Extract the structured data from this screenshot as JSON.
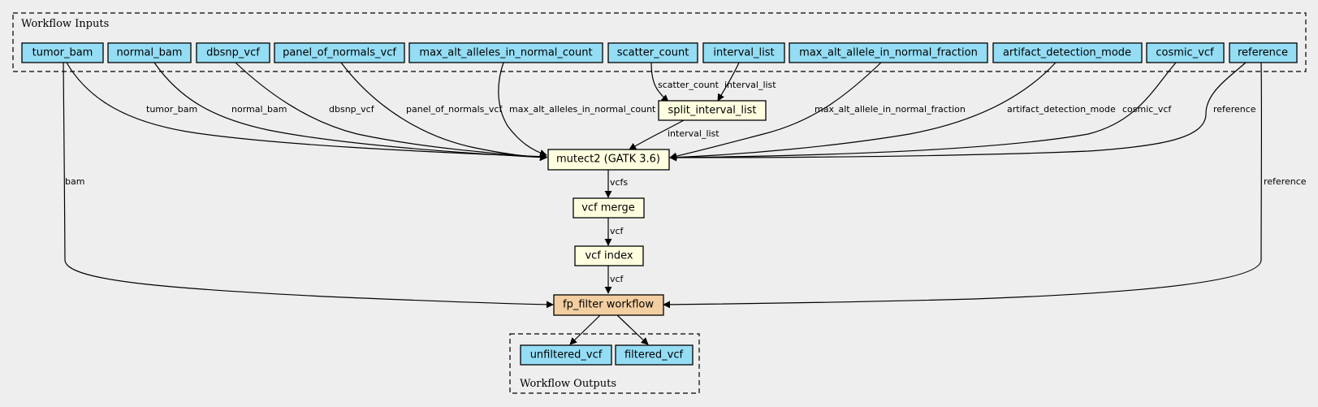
{
  "clusters": {
    "inputs_label": "Workflow Inputs",
    "outputs_label": "Workflow Outputs"
  },
  "nodes": {
    "tumor_bam": "tumor_bam",
    "normal_bam": "normal_bam",
    "dbsnp_vcf": "dbsnp_vcf",
    "panel_of_normals_vcf": "panel_of_normals_vcf",
    "max_alt_alleles_in_normal_count": "max_alt_alleles_in_normal_count",
    "scatter_count": "scatter_count",
    "interval_list": "interval_list",
    "max_alt_allele_in_normal_fraction": "max_alt_allele_in_normal_fraction",
    "artifact_detection_mode": "artifact_detection_mode",
    "cosmic_vcf": "cosmic_vcf",
    "reference": "reference",
    "split_interval_list": "split_interval_list",
    "mutect2": "mutect2 (GATK 3.6)",
    "vcf_merge": "vcf merge",
    "vcf_index": "vcf index",
    "fp_filter": "fp_filter workflow",
    "unfiltered_vcf": "unfiltered_vcf",
    "filtered_vcf": "filtered_vcf"
  },
  "edges": {
    "tumor_bam": "tumor_bam",
    "normal_bam": "normal_bam",
    "dbsnp_vcf": "dbsnp_vcf",
    "panel_of_normals_vcf": "panel_of_normals_vcf",
    "max_alt_alleles_in_normal_count": "max_alt_alleles_in_normal_count",
    "scatter_count": "scatter_count",
    "interval_list_in": "interval_list",
    "max_alt_allele_in_normal_fraction": "max_alt_allele_in_normal_fraction",
    "artifact_detection_mode": "artifact_detection_mode",
    "cosmic_vcf": "cosmic_vcf",
    "reference_mutect": "reference",
    "interval_list_out": "interval_list",
    "vcfs": "vcfs",
    "vcf_merge_out": "vcf",
    "vcf_index_out": "vcf",
    "bam": "bam",
    "reference_filter": "reference"
  }
}
